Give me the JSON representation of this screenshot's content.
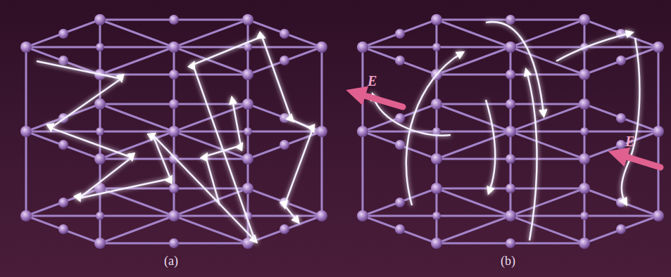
{
  "diagram": {
    "labels": [
      "E",
      "E",
      "(a)",
      "(b)"
    ]
  }
}
